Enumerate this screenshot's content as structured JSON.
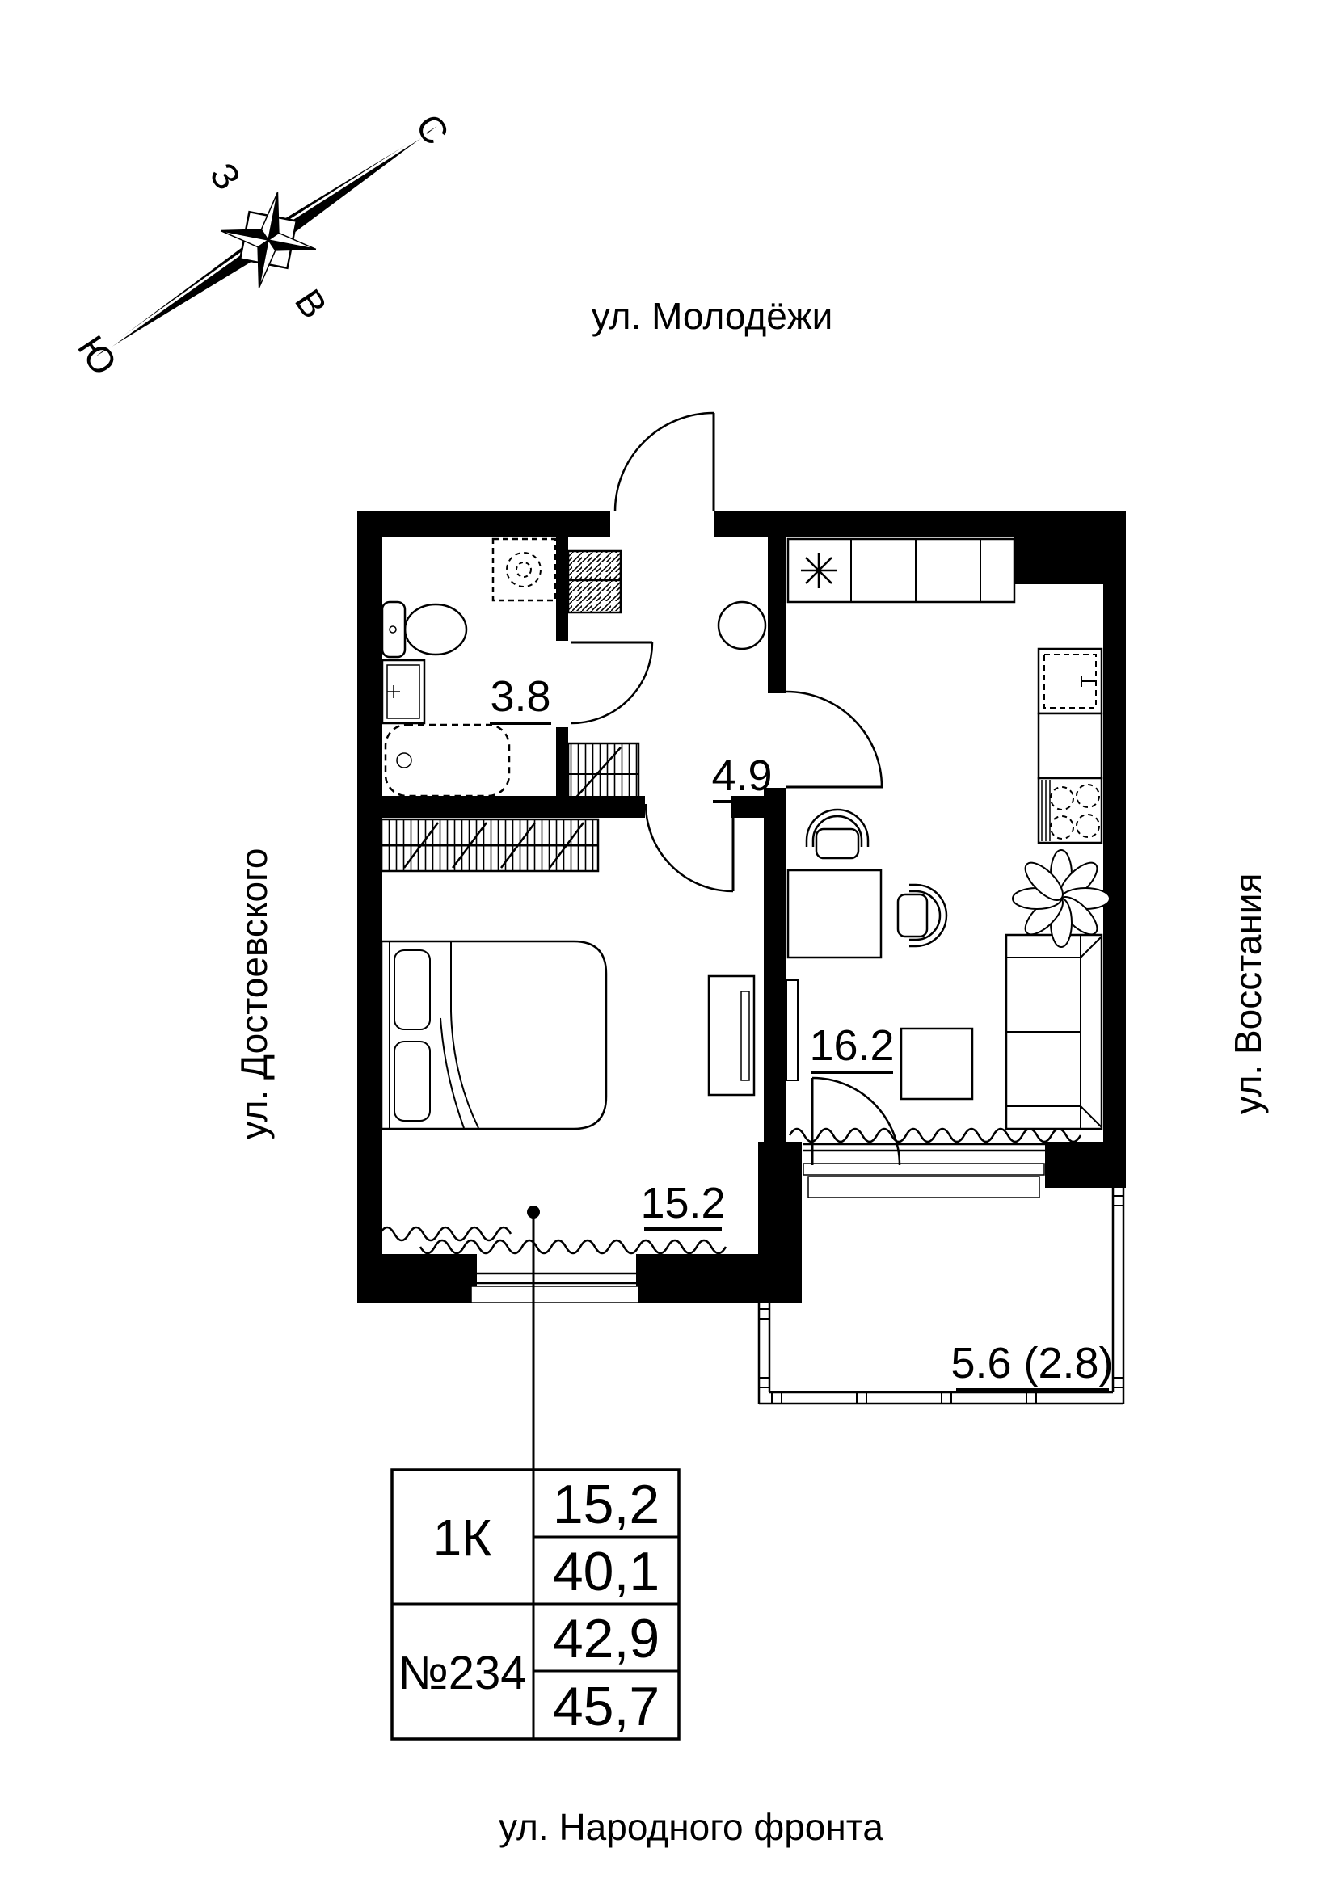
{
  "title": "Floor plan of apartment №234",
  "streets": {
    "top": "ул. Молодёжи",
    "left": "ул. Достоевского",
    "right": "ул. Восстания",
    "bottom": "ул. Народного фронта"
  },
  "compass": {
    "n": "С",
    "w": "З",
    "e": "В",
    "s": "Ю"
  },
  "rooms": {
    "bathroom": "3.8",
    "hall": "4.9",
    "kitchen_living": "16.2",
    "bedroom": "15.2",
    "balcony": "5.6 (2.8)"
  },
  "info_table": {
    "apartment_type": "1К",
    "apartment_number": "№234",
    "values": [
      "15,2",
      "40,1",
      "42,9",
      "45,7"
    ]
  },
  "colors": {
    "ink": "#000000",
    "paper": "#ffffff"
  }
}
